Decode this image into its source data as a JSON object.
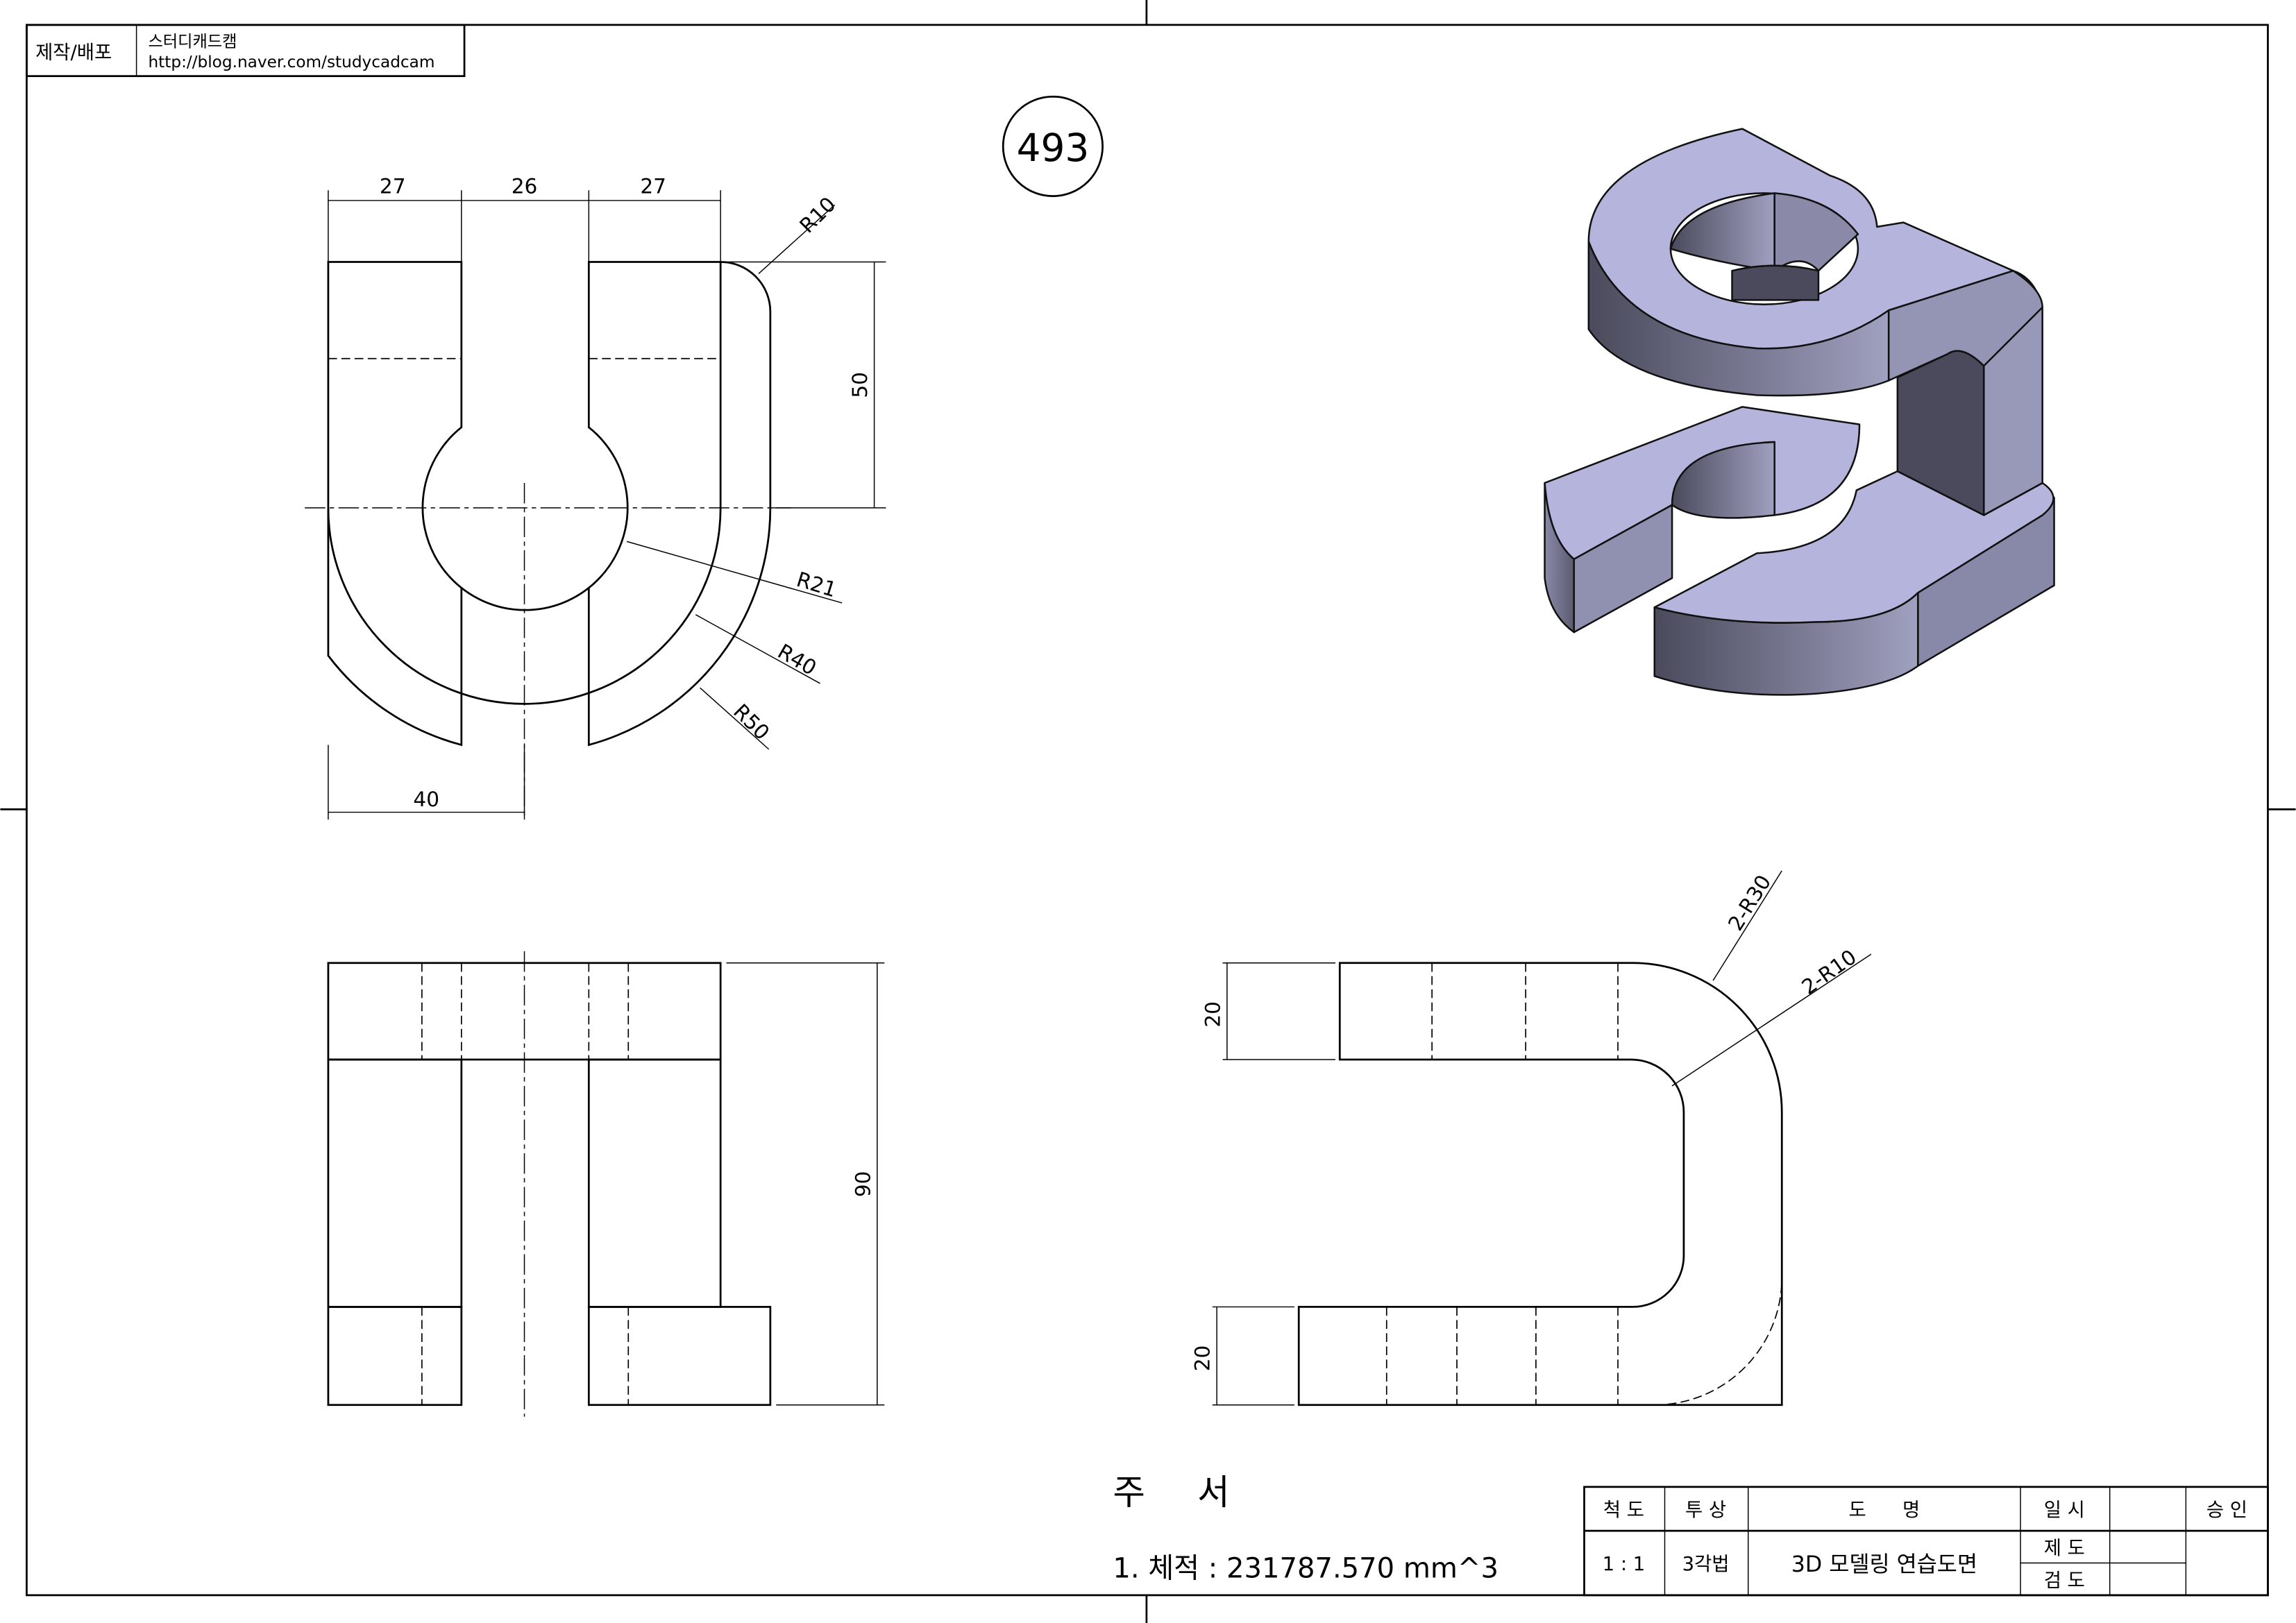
{
  "header_box": {
    "label": "제작/배포",
    "author": "스터디캐드캠",
    "url": "http://blog.naver.com/studycadcam"
  },
  "drawing_number": "493",
  "dimensions": {
    "top_view": [
      "27",
      "26",
      "27",
      "R10",
      "50",
      "R21",
      "R40",
      "R50",
      "40"
    ],
    "front_view": [
      "90"
    ],
    "side_view": [
      "2-R30",
      "2-R10",
      "20",
      "20"
    ]
  },
  "notes": {
    "title": "주 서",
    "item1": "1. 체적 : 231787.570 mm^3"
  },
  "title_block": {
    "scale_label": "척 도",
    "projection_label": "투 상",
    "name_label": "도      명",
    "date_label": "일 시",
    "approval_label": "승 인",
    "scale": "1 : 1",
    "projection": "3각법",
    "name": "3D 모델링 연습도면",
    "drafted_label": "제 도",
    "checked_label": "검 도"
  },
  "colors": {
    "iso_top": "#b4b4dc",
    "iso_side_dark": "#4a4a5c",
    "iso_side_light": "#9696b4"
  }
}
